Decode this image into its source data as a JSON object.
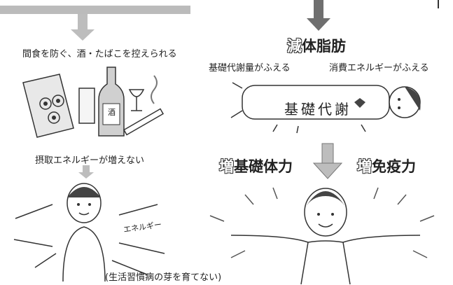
{
  "left_panel": {
    "caption_top": "間食を防ぐ、酒・たばこを控えられる",
    "caption_mid": "摂取エネルギーが増えない",
    "caption_bottom": "(生活習慣病の芽を育てない)",
    "energy_label": "エネルギー",
    "bottle_label": "酒"
  },
  "right_panel": {
    "heading_prefix": "減",
    "heading_rest": "体脂肪",
    "caption_left": "基礎代謝量がふえる",
    "caption_right": "消費エネルギーがふえる",
    "body_text": "基礎代謝",
    "strength_prefix": "増",
    "strength_rest": "基礎体力",
    "immunity_prefix": "増",
    "immunity_rest": "免疫力"
  },
  "colors": {
    "bar": "#bbbbbb",
    "arrow_light": "#bdbdbd",
    "arrow_dark": "#6f6f6f",
    "line": "#333333"
  }
}
